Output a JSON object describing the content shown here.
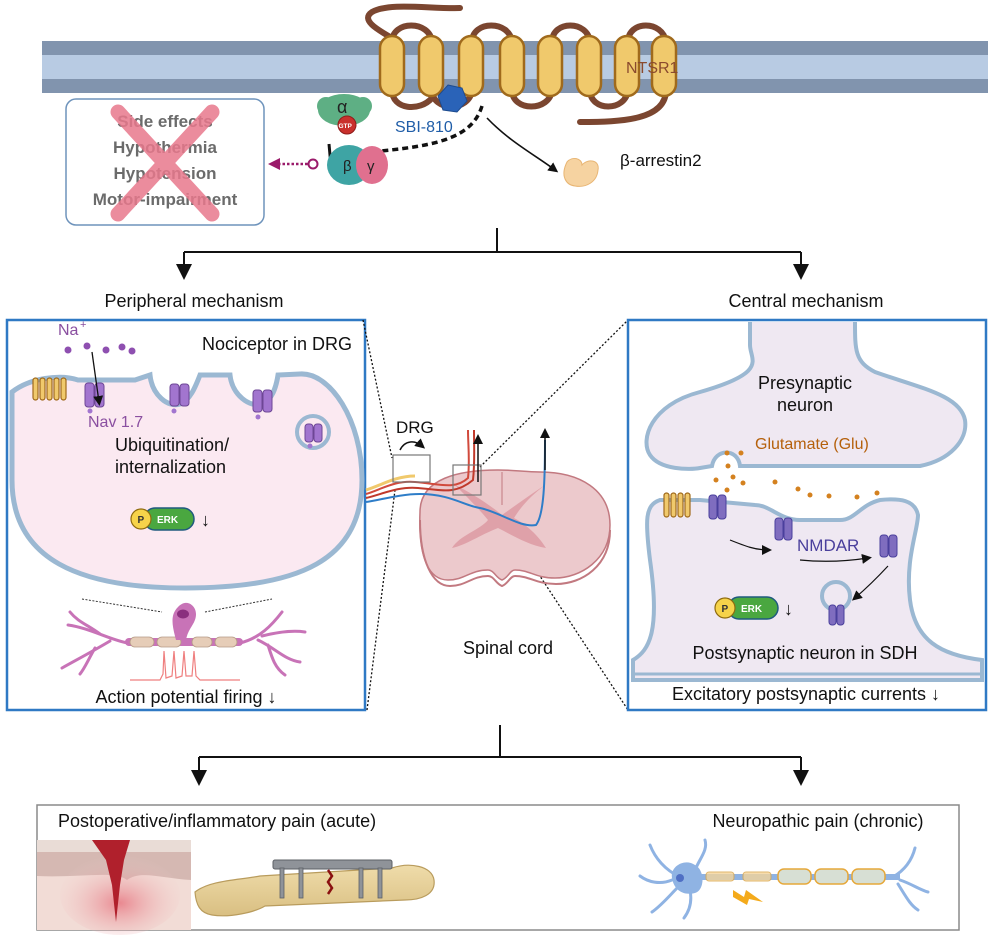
{
  "receptor": {
    "name": "NTSR1",
    "ligand": "SBI-810",
    "g_protein": {
      "alpha": "α",
      "gtp": "GTP",
      "beta": "β",
      "gamma": "γ"
    },
    "arrestin": "β-arrestin2"
  },
  "side_effects": {
    "title": "Side effects",
    "items": [
      "Hypothermia",
      "Hypotension",
      "Motor-impairment"
    ],
    "status": "blocked"
  },
  "peripheral": {
    "heading": "Peripheral mechanism",
    "cell_label": "Nociceptor in DRG",
    "ion": "Na",
    "ion_sup": "+",
    "channel": "Nav 1.7",
    "process_line1": "Ubiquitination/",
    "process_line2": "internalization",
    "erk": {
      "p": "P",
      "label": "ERK",
      "direction": "↓"
    },
    "footer": "Action potential firing ↓"
  },
  "center": {
    "drg_label": "DRG",
    "caption": "Spinal cord"
  },
  "central": {
    "heading": "Central mechanism",
    "pre_line1": "Presynaptic",
    "pre_line2": "neuron",
    "transmitter": "Glutamate (Glu)",
    "receptor": "NMDAR",
    "erk": {
      "p": "P",
      "label": "ERK",
      "direction": "↓"
    },
    "post_label": "Postsynaptic neuron in SDH",
    "footer": "Excitatory postsynaptic currents ↓"
  },
  "outcomes": {
    "acute": "Postoperative/inflammatory pain (acute)",
    "chronic": "Neuropathic pain (chronic)"
  },
  "colors": {
    "membrane_outer": "#8194ae",
    "membrane_inner": "#b8cbe3",
    "helix_fill": "#f0c96c",
    "helix_stroke": "#a06a1c",
    "loop": "#7b4630",
    "ligand": "#2a63b8",
    "panel_border": "#2f79c4",
    "cell_fill": "#fbe9f1",
    "synapse_fill": "#efe8f2",
    "membrane_line": "#9bb8d2",
    "nav_channel": "#a275cf",
    "nmdar_channel": "#7f6dbf",
    "erk_green": "#4aa740",
    "p_yellow": "#f6d34a",
    "cross_red": "#e8788c",
    "magenta_arrow": "#9a1a6a",
    "neuron_pink": "#c873b7",
    "neuron_blue": "#8fb3e3",
    "lightning": "#f4aa1b"
  }
}
